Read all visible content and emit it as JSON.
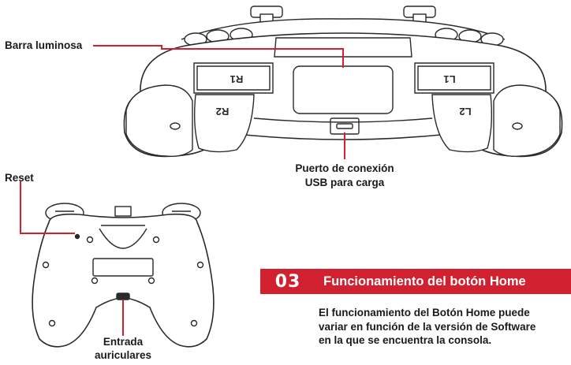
{
  "callouts": {
    "light_bar": "Barra luminosa",
    "usb_port_line1": "Puerto de conexión",
    "usb_port_line2": "USB para carga",
    "reset": "Reset",
    "headphones_line1": "Entrada",
    "headphones_line2": "auriculares"
  },
  "buttons": {
    "r1": "R1",
    "r2": "R2",
    "l1": "L1",
    "l2": "L2"
  },
  "section": {
    "number": "03",
    "title": "Funcionamiento del botón Home",
    "body_line1": "El funcionamiento del Botón Home puede",
    "body_line2": "variar en función de la versión de Software",
    "body_line3": "en la que se encuentra la consola."
  },
  "colors": {
    "accent": "#d1202f",
    "outline": "#2a2a2a"
  }
}
